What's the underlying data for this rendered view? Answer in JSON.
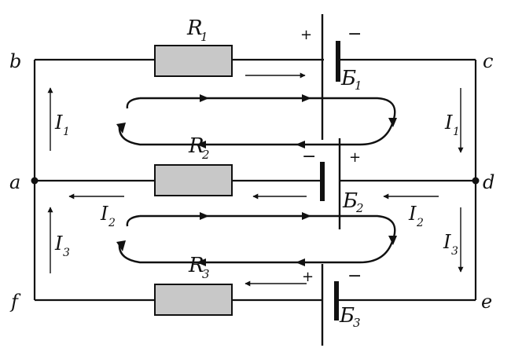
{
  "nodes": {
    "a": "a",
    "b": "b",
    "c": "c",
    "d": "d",
    "e": "e",
    "f": "f"
  },
  "resistors": {
    "r1": "R",
    "r1_sub": "1",
    "r2": "R",
    "r2_sub": "2",
    "r3": "R",
    "r3_sub": "3"
  },
  "emfs": {
    "e1": "Б",
    "e1_sub": "1",
    "e2": "Б",
    "e2_sub": "2",
    "e3": "Б",
    "e3_sub": "3"
  },
  "currents": {
    "i1": "I",
    "i1_sub": "1",
    "i2": "I",
    "i2_sub": "2",
    "i3": "I",
    "i3_sub": "3"
  },
  "polarity": {
    "plus": "+",
    "minus": "−"
  }
}
